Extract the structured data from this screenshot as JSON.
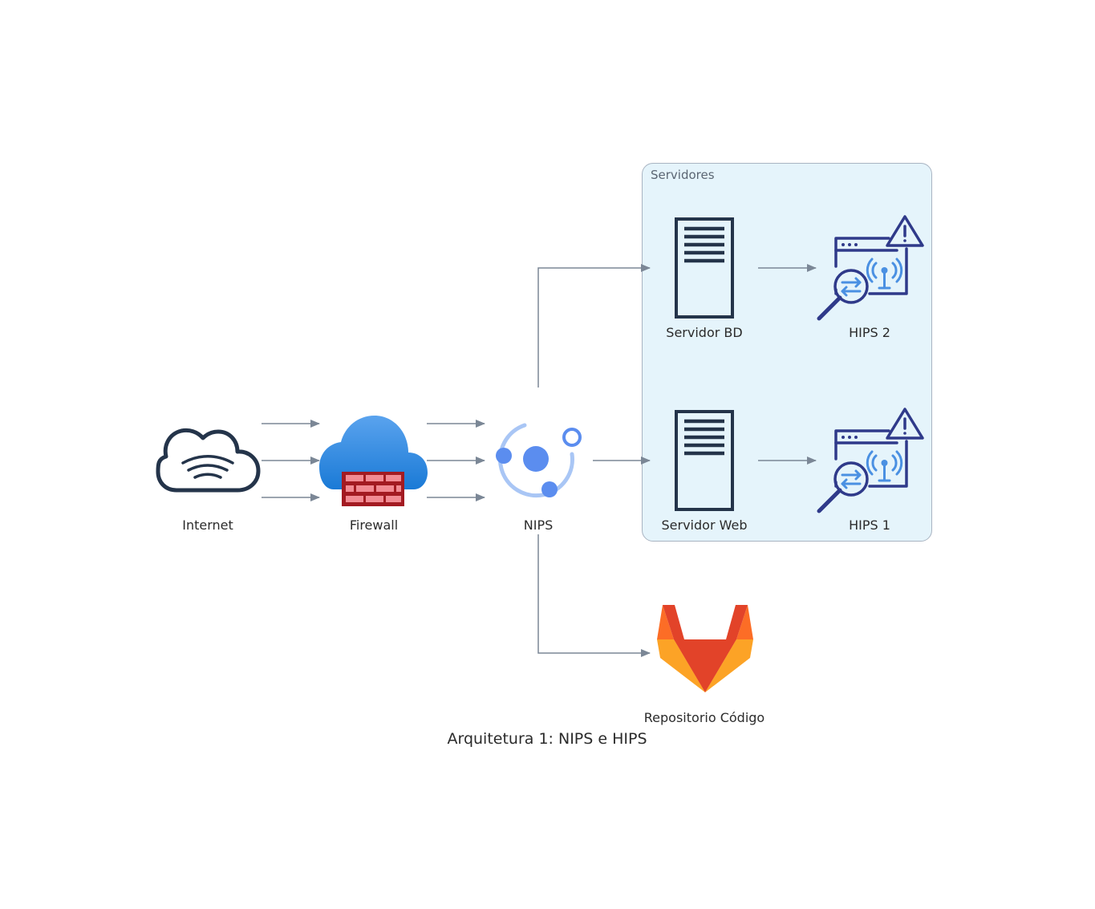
{
  "caption": "Arquitetura 1: NIPS e HIPS",
  "cluster": {
    "label": "Servidores"
  },
  "nodes": {
    "internet": {
      "label": "Internet",
      "icon": "cloud-wifi-icon"
    },
    "firewall": {
      "label": "Firewall",
      "icon": "cloud-firewall-icon"
    },
    "nips": {
      "label": "NIPS",
      "icon": "nips-orbit-icon"
    },
    "servidor_bd": {
      "label": "Servidor BD",
      "icon": "server-icon"
    },
    "servidor_web": {
      "label": "Servidor Web",
      "icon": "server-icon"
    },
    "hips2": {
      "label": "HIPS 2",
      "icon": "hips-monitor-icon"
    },
    "hips1": {
      "label": "HIPS 1",
      "icon": "hips-monitor-icon"
    },
    "repositorio": {
      "label": "Repositorio Código",
      "icon": "gitlab-icon"
    }
  },
  "edges": [
    {
      "from": "Internet",
      "to": "Firewall",
      "count": 3
    },
    {
      "from": "Firewall",
      "to": "NIPS",
      "count": 3
    },
    {
      "from": "NIPS",
      "to": "Servidor BD"
    },
    {
      "from": "NIPS",
      "to": "Servidor Web"
    },
    {
      "from": "NIPS",
      "to": "Repositorio Código"
    },
    {
      "from": "Servidor BD",
      "to": "HIPS 2"
    },
    {
      "from": "Servidor Web",
      "to": "HIPS 1"
    }
  ],
  "colors": {
    "edge": "#7b8796",
    "cluster_fill": "#e5f4fb",
    "icon_dark": "#24344a",
    "hips_navy": "#2f3a8a",
    "hips_blue": "#4a90e2",
    "nips_blue": "#5b8def",
    "nips_light": "#a9c6f5",
    "firewall_red": "#c8232c",
    "gitlab_orange": "#fc6d26",
    "gitlab_red": "#e24329",
    "gitlab_yellow": "#fca326"
  }
}
